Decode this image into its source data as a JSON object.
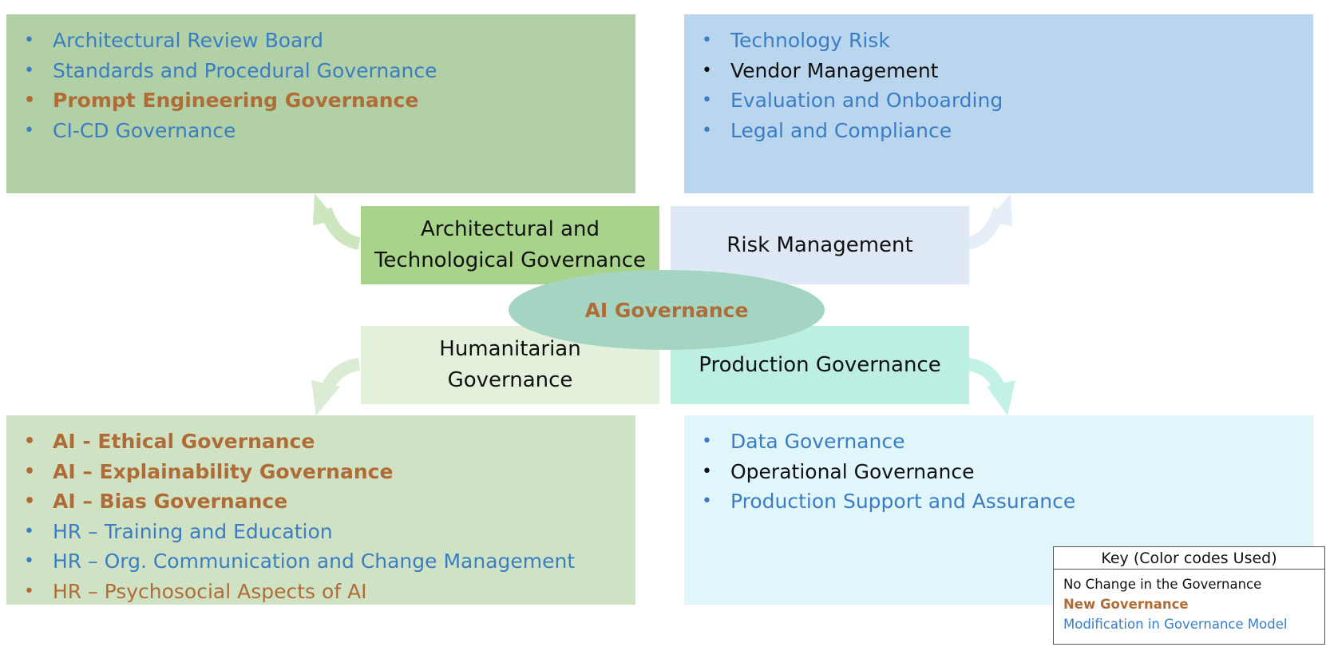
{
  "panels": {
    "architecture": {
      "items": [
        {
          "text": "Architectural Review Board",
          "status": "mod"
        },
        {
          "text": "Standards and Procedural Governance",
          "status": "mod"
        },
        {
          "text": "Prompt Engineering Governance",
          "status": "new"
        },
        {
          "text": "CI-CD Governance",
          "status": "mod"
        }
      ]
    },
    "risk": {
      "items": [
        {
          "text": "Technology Risk",
          "status": "mod"
        },
        {
          "text": "Vendor Management",
          "status": "none"
        },
        {
          "text": "Evaluation and Onboarding",
          "status": "mod"
        },
        {
          "text": "Legal and Compliance",
          "status": "mod"
        }
      ]
    },
    "humanitarian": {
      "items": [
        {
          "text": "AI - Ethical Governance",
          "status": "new"
        },
        {
          "text": "AI – Explainability Governance",
          "status": "new"
        },
        {
          "text": "AI – Bias Governance",
          "status": "new"
        },
        {
          "text": "HR – Training and Education",
          "status": "mod"
        },
        {
          "text": "HR – Org. Communication and Change Management",
          "status": "mod"
        },
        {
          "text": "HR – Psychosocial Aspects of AI",
          "status": "new-plain"
        }
      ]
    },
    "production": {
      "items": [
        {
          "text": "Data Governance",
          "status": "mod"
        },
        {
          "text": "Operational Governance",
          "status": "none"
        },
        {
          "text": "Production Support and Assurance",
          "status": "mod"
        }
      ]
    }
  },
  "center": {
    "architecture": {
      "line1": "Architectural and",
      "line2": "Technological Governance"
    },
    "risk": "Risk Management",
    "humanitarian": {
      "line1": "Humanitarian",
      "line2": "Governance"
    },
    "production": "Production Governance",
    "hub": "AI Governance"
  },
  "key": {
    "title": "Key (Color codes Used)",
    "no_change": "No Change in the Governance",
    "new": "New Governance",
    "modification": "Modification in Governance Model"
  },
  "colors": {
    "no_change": "#111111",
    "new": "#b06c36",
    "modification": "#3b7dc4"
  }
}
